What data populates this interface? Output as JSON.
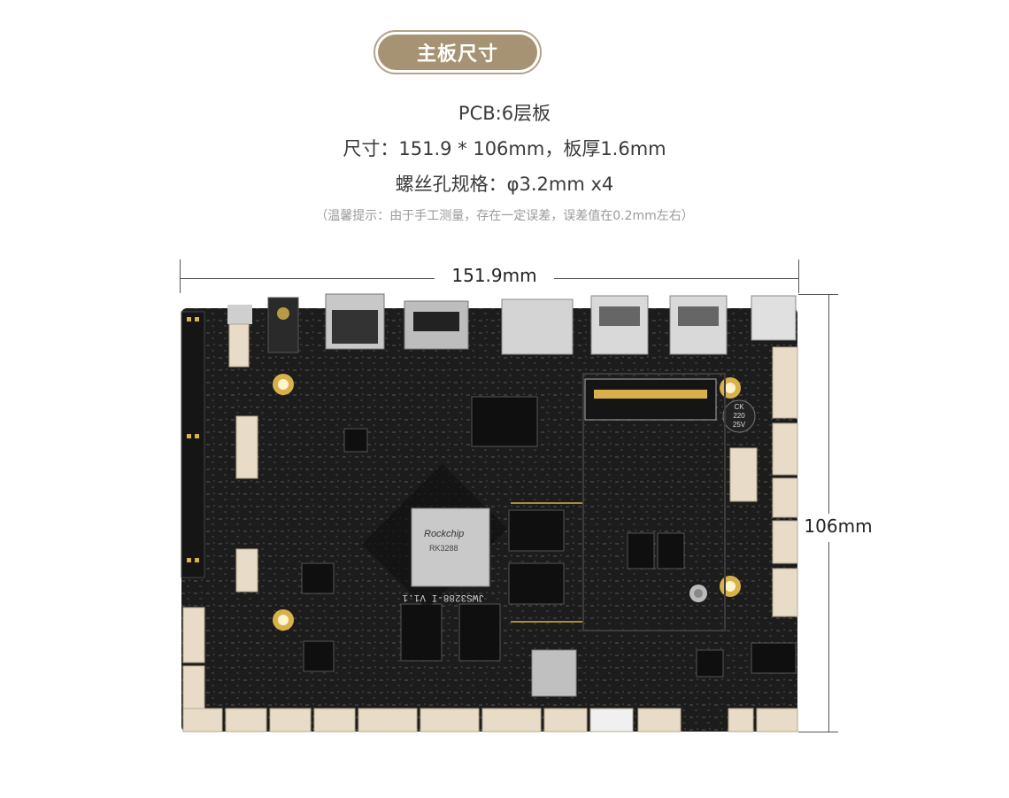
{
  "header": {
    "title": "主板尺寸"
  },
  "specs": {
    "pcb": "PCB:6层板",
    "size": "尺寸：151.9 * 106mm，板厚1.6mm",
    "screw": "螺丝孔规格：φ3.2mm x4",
    "note": "（温馨提示：由于手工测量，存在一定误差，误差值在0.2mm左右）"
  },
  "dimensions": {
    "width_label": "151.9mm",
    "height_label": "106mm"
  },
  "board": {
    "soc_brand": "Rockchip",
    "soc_model": "RK3288",
    "board_label": "JWS3288-I V1.1",
    "capacitor_text": "CK 220 25V",
    "colors": {
      "pcb": "#1c1c1c",
      "connector": "#e8dcc8",
      "metal": "#cfcfcf",
      "gold": "#d9b14a"
    }
  }
}
